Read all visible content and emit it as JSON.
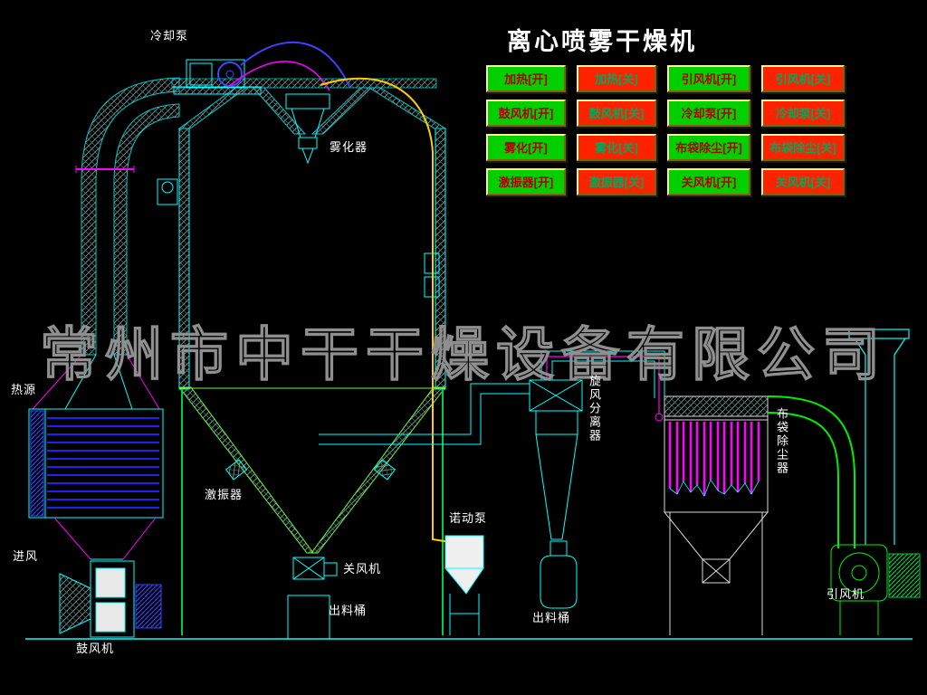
{
  "title": "离心喷雾干燥机",
  "watermark": "常州市中干干燥设备有限公司",
  "control_panel": {
    "buttons": [
      {
        "label": "加热[开]",
        "state": "on"
      },
      {
        "label": "加热[关]",
        "state": "off"
      },
      {
        "label": "引风机[开]",
        "state": "on"
      },
      {
        "label": "引风机[关]",
        "state": "off"
      },
      {
        "label": "鼓风机[开]",
        "state": "on"
      },
      {
        "label": "鼓风机[关]",
        "state": "off"
      },
      {
        "label": "冷却泵[开]",
        "state": "on"
      },
      {
        "label": "冷却泵[关]",
        "state": "off"
      },
      {
        "label": "雾化[开]",
        "state": "on"
      },
      {
        "label": "雾化[关]",
        "state": "off"
      },
      {
        "label": "布袋除尘[开]",
        "state": "on"
      },
      {
        "label": "布袋除尘[关]",
        "state": "off"
      },
      {
        "label": "激振器[开]",
        "state": "on"
      },
      {
        "label": "激振器[关]",
        "state": "off"
      },
      {
        "label": "关风机[开]",
        "state": "on"
      },
      {
        "label": "关风机[关]",
        "state": "off"
      }
    ]
  },
  "equipment_labels": {
    "cooling_pump": "冷却泵",
    "atomizer": "雾化器",
    "heat_source": "热源",
    "air_inlet": "进风",
    "blower": "鼓风机",
    "vibrator": "激振器",
    "rotary_valve": "关风机",
    "discharge_bucket_left": "出料桶",
    "feed_pump": "诺动泵",
    "discharge_bucket_right": "出料桶",
    "cyclone": "旋风分离器",
    "bag_filter": "布袋除尘器",
    "induced_fan": "引风机"
  },
  "colors": {
    "background": "#000000",
    "on_button": "#00d000",
    "off_button": "#ff2200",
    "on_text": "#b00000",
    "off_text": "#00a958",
    "line_cyan": "#00ffff",
    "line_magenta": "#ff00ff",
    "line_green": "#00ee00",
    "line_yellow": "#ffcc00",
    "line_blue": "#3344ff",
    "label_text": "#ffffff",
    "watermark_gray": "#8f8f8f"
  }
}
